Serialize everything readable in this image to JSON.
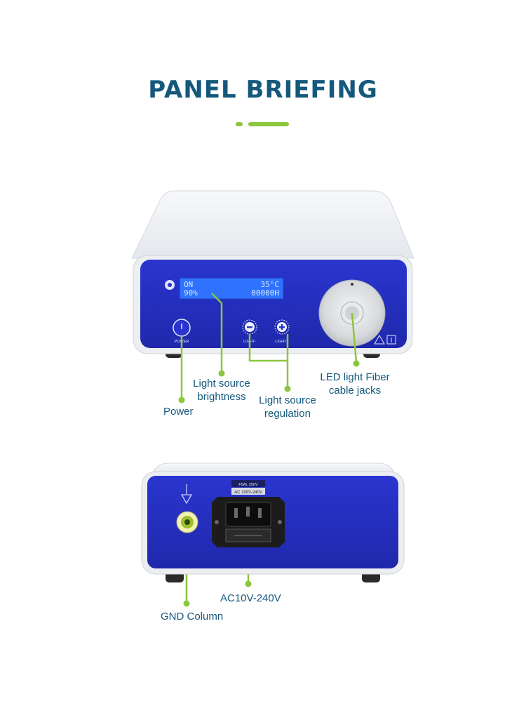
{
  "header": {
    "title": "PANEL BRIEFING"
  },
  "front_panel": {
    "lcd_line1_left": "ON",
    "lcd_line1_right": "35°C",
    "lcd_line2_left": "90%",
    "lcd_line2_right": "00000H",
    "power_label": "POWER",
    "minus_label": "LIGHT-",
    "plus_label": "LIGHT+"
  },
  "back_panel": {
    "fuse_label": "F5AL 250V",
    "voltage_label": "AC 100V-240V"
  },
  "callouts": {
    "power": "Power",
    "brightness_line1": "Light source",
    "brightness_line2": "brightness",
    "regulation_line1": "Light source",
    "regulation_line2": "regulation",
    "led_line1": "LED light Fiber",
    "led_line2": "cable jacks",
    "ac": "AC10V-240V",
    "gnd": "GND Column"
  },
  "colors": {
    "title": "#14587c",
    "accent": "#8cc63f",
    "panel_blue": "#2631c4",
    "lcd": "#2b6dff"
  }
}
